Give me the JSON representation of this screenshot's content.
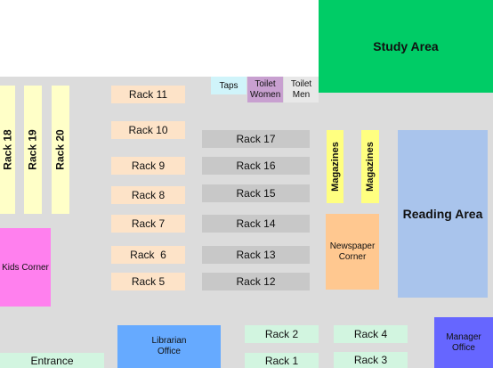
{
  "areas": {
    "study_area": "Study Area",
    "reading_area": "Reading Area",
    "kids_corner": "Kids Corner",
    "newspaper_corner": "Newspaper Corner",
    "librarian_office": "Librarian Office",
    "manager_office": "Manager Office",
    "entrance": "Entrance",
    "taps": "Taps",
    "toilet_women": "Toilet Women",
    "toilet_men": "Toilet Men"
  },
  "racks": {
    "r1": "Rack 1",
    "r2": "Rack 2",
    "r3": "Rack 3",
    "r4": "Rack 4",
    "r5": "Rack 5",
    "r6": "Rack  6",
    "r7": "Rack 7",
    "r8": "Rack 8",
    "r9": "Rack 9",
    "r10": "Rack 10",
    "r11": "Rack 11",
    "r12": "Rack 12",
    "r13": "Rack 13",
    "r14": "Rack 14",
    "r15": "Rack 15",
    "r16": "Rack 16",
    "r17": "Rack 17",
    "r18": "Rack 18",
    "r19": "Rack 19",
    "r20": "Rack 20"
  },
  "magazines": [
    "Magazines",
    "Magazines"
  ],
  "colors": {
    "floor": "#dcdcdc",
    "study_area": "#00cc66",
    "reading_area": "#a9c4ec",
    "kids_corner": "#ff80ee",
    "newspaper_corner": "#ffc890",
    "librarian_office": "#66aaff",
    "manager_office": "#6666ff",
    "entrance": "#d2f5e0",
    "taps": "#d0f4fa",
    "toilet_women": "#c8a0d0",
    "toilet_men": "#e8e8e8"
  }
}
